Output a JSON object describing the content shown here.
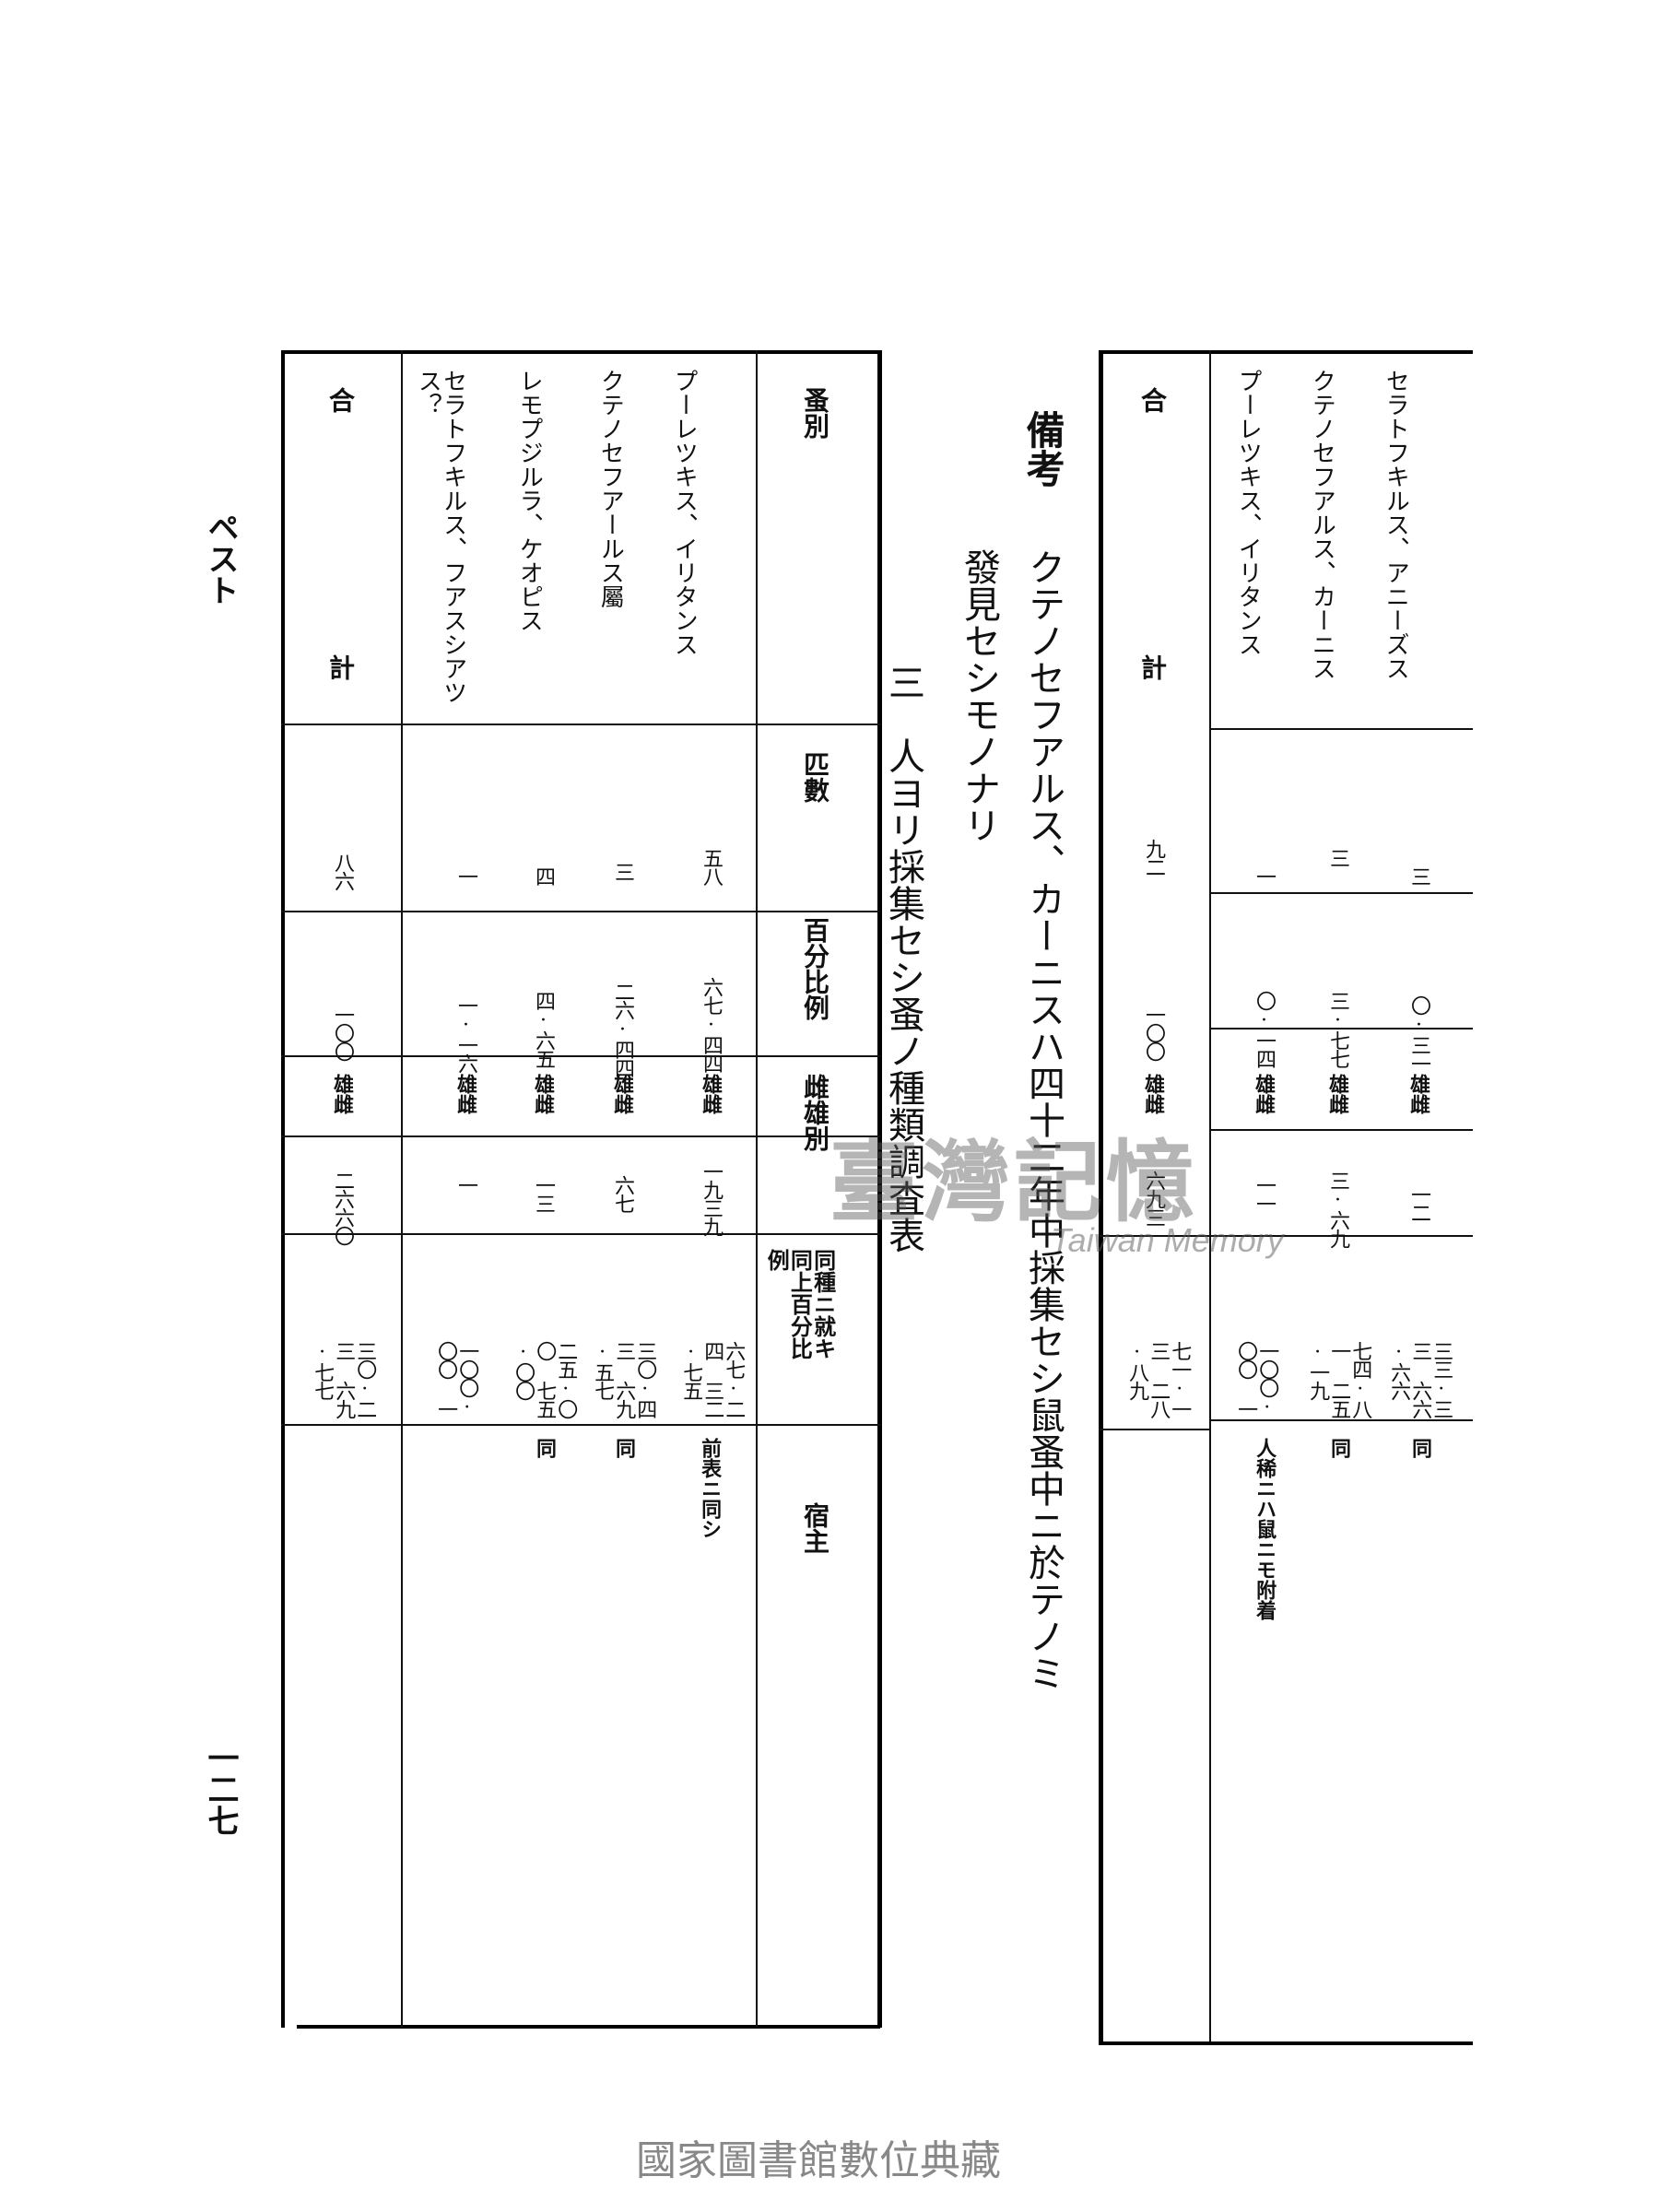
{
  "margin": {
    "running_head": "ペスト",
    "page_number": "一二七"
  },
  "right_table": {
    "total_label_top": "合",
    "total_label_bottom": "計",
    "rows": [
      {
        "name": "セラトフキルス、アニーズス",
        "count": "三",
        "percent": "〇·三一",
        "sex": "雄雌",
        "sex_vals": "一二",
        "ratio": "三三·三三 六六·六六",
        "note": "同"
      },
      {
        "name": "クテノセフアルス、カーニス",
        "count": "三",
        "percent": "三·七七",
        "sex": "雄雌",
        "sex_vals": "三·六九",
        "ratio": "七四·八一 二五·一九",
        "note": "同"
      },
      {
        "name": "プーレツキス、イリタンス",
        "count": "一",
        "percent": "〇·一四",
        "sex": "雄雌",
        "sex_vals": "一一",
        "ratio": "一〇〇·〇〇 一",
        "note": "人稀ニハ鼠ニモ附着"
      }
    ],
    "total": {
      "count": "九二",
      "percent": "一〇〇",
      "sex": "雄雌",
      "sex_vals": "六九三",
      "ratio": "七一·一三 二八·八九"
    }
  },
  "remark": {
    "label": "備考",
    "text1": "クテノセフアルス、カーニスハ四十二年中採集セシ鼠蚤中ニ於テノミ",
    "text2": "發見セシモノナリ"
  },
  "section_title": "三　人ヨリ採集セシ蚤ノ種類調査表",
  "left_table": {
    "headers": {
      "species": "蚤別",
      "count": "匹數",
      "percent": "百分比例",
      "sex": "雌雄別",
      "ratio": "同種ニ就キ同上百分比例",
      "host": "宿主"
    },
    "rows": [
      {
        "name": "プーレツキス、イリタンス",
        "count": "五八",
        "percent": "六七·四四",
        "sex": "雄雌",
        "sex_vals": "一九三九",
        "ratio": "六七·二四 三二·七五",
        "note": "前表ニ同シ"
      },
      {
        "name": "クテノセフアールス屬",
        "count": "三",
        "percent": "二六·四四",
        "sex": "雄雌",
        "sex_vals": "六七",
        "ratio": "三〇·四三 六九·五七",
        "note": "同"
      },
      {
        "name": "レモプジルラ、ケオピス",
        "count": "四",
        "percent": "四·六五",
        "sex": "雄雌",
        "sex_vals": "一三",
        "ratio": "二五·〇〇 七五·〇〇",
        "note": "同"
      },
      {
        "name": "セラトフキルス、フアスシアツス？",
        "count": "一",
        "percent": "一·一六",
        "sex": "雄雌",
        "sex_vals": "一",
        "ratio": "一〇〇·〇〇 一",
        "note": ""
      }
    ],
    "total": {
      "label_top": "合",
      "label_bottom": "計",
      "count": "八六",
      "percent": "一〇〇",
      "sex": "雄雌",
      "sex_vals": "二六六〇",
      "ratio": "三〇·二三 六九·七七"
    }
  },
  "watermark": {
    "cjk": "臺灣記憶",
    "latin": "Taiwan Memory"
  },
  "footer": "國家圖書館數位典藏"
}
